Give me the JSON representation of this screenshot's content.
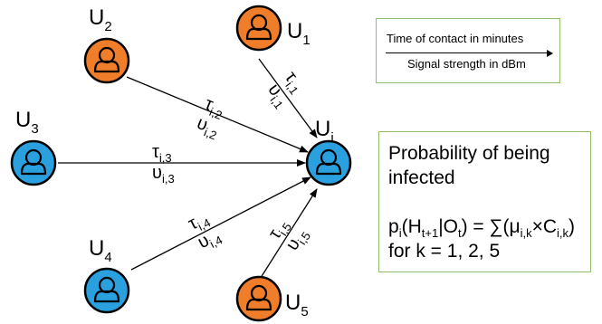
{
  "nodes": {
    "u1": {
      "base": "U",
      "sub": "1",
      "color": "#f07d2a"
    },
    "u2": {
      "base": "U",
      "sub": "2",
      "color": "#f07d2a"
    },
    "u3": {
      "base": "U",
      "sub": "3",
      "color": "#2ba0df"
    },
    "u4": {
      "base": "U",
      "sub": "4",
      "color": "#2ba0df"
    },
    "u5": {
      "base": "U",
      "sub": "5",
      "color": "#f07d2a"
    },
    "ui": {
      "base": "U",
      "sub": "i",
      "color": "#2ba0df"
    }
  },
  "edges": {
    "e1": {
      "tau": "τ",
      "tau_sub": "i,1",
      "upsilon": "υ",
      "upsilon_sub": "i,1"
    },
    "e2": {
      "tau": "τ",
      "tau_sub": "i,2",
      "upsilon": "υ",
      "upsilon_sub": "i,2"
    },
    "e3": {
      "tau": "τ",
      "tau_sub": "i,3",
      "upsilon": "υ",
      "upsilon_sub": "i,3"
    },
    "e4": {
      "tau": "τ",
      "tau_sub": "i,4",
      "upsilon": "υ",
      "upsilon_sub": "i,4"
    },
    "e5": {
      "tau": "τ",
      "tau_sub": "i,5",
      "upsilon": "υ",
      "upsilon_sub": "i,5"
    }
  },
  "legend": {
    "top": "Time of contact in minutes",
    "bottom": "Signal strength in dBm"
  },
  "probability": {
    "heading": "Probability of being infected",
    "formula": {
      "p": "p",
      "p_sub": "i",
      "open": "(H",
      "h_sub": "t+1",
      "mid": "|O",
      "o_sub": "t",
      "eq": ") = ∑(μ",
      "mu_sub": "i,k",
      "times": "×C",
      "c_sub": "i,k",
      "close": ")"
    },
    "for_text": "for k = 1, 2, 5"
  },
  "colors": {
    "orange": "#f07d2a",
    "blue": "#2ba0df",
    "box_border": "#8fbf6a"
  }
}
